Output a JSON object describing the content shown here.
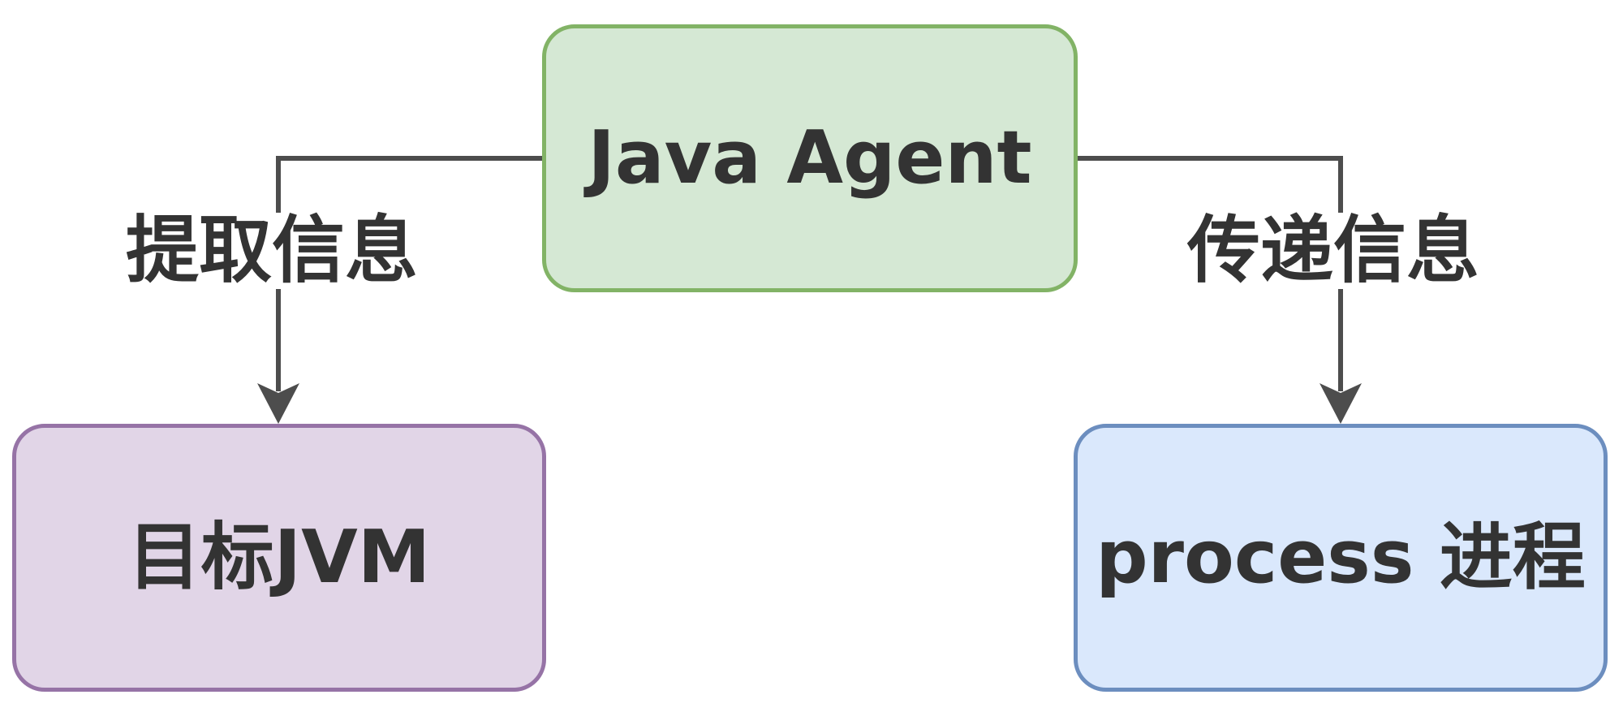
{
  "diagram": {
    "nodes": {
      "agent": {
        "label": "Java Agent",
        "fill": "#d5e8d4",
        "stroke": "#82b366"
      },
      "jvm": {
        "label": "目标JVM",
        "fill": "#e1d5e7",
        "stroke": "#9673a6"
      },
      "process": {
        "label": "process 进程",
        "fill": "#dae8fc",
        "stroke": "#6c8ebf"
      }
    },
    "edges": {
      "agent_to_jvm": {
        "label": "提取信息"
      },
      "agent_to_process": {
        "label": "传递信息"
      }
    },
    "edge_color": "#4d4d4d"
  }
}
